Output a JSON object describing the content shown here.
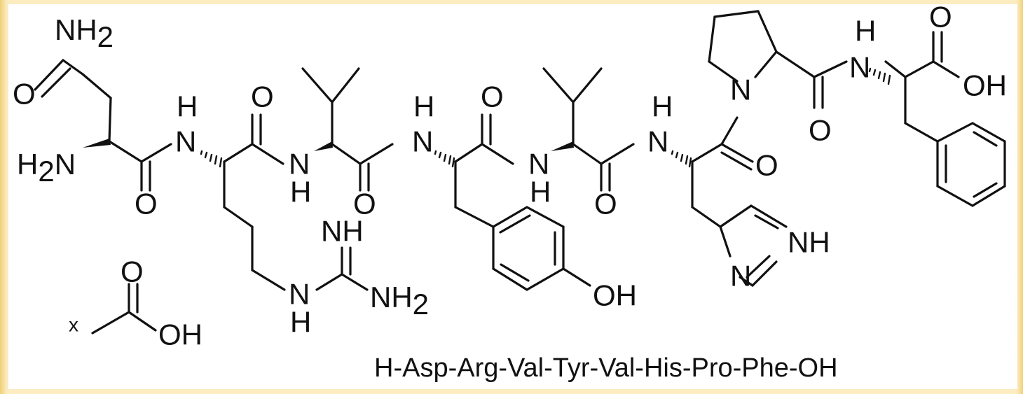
{
  "figure": {
    "sequence_caption": "H-Asp-Arg-Val-Tyr-Val-His-Pro-Phe-OH",
    "counterion_multiplier": "x",
    "atom_labels": {
      "nh2": "NH",
      "nh2_sub": "2",
      "h2n_h": "H",
      "h2n_sub": "2",
      "h2n_n": "N",
      "o": "O",
      "n": "N",
      "h": "H",
      "nh": "NH",
      "oh": "OH"
    }
  }
}
